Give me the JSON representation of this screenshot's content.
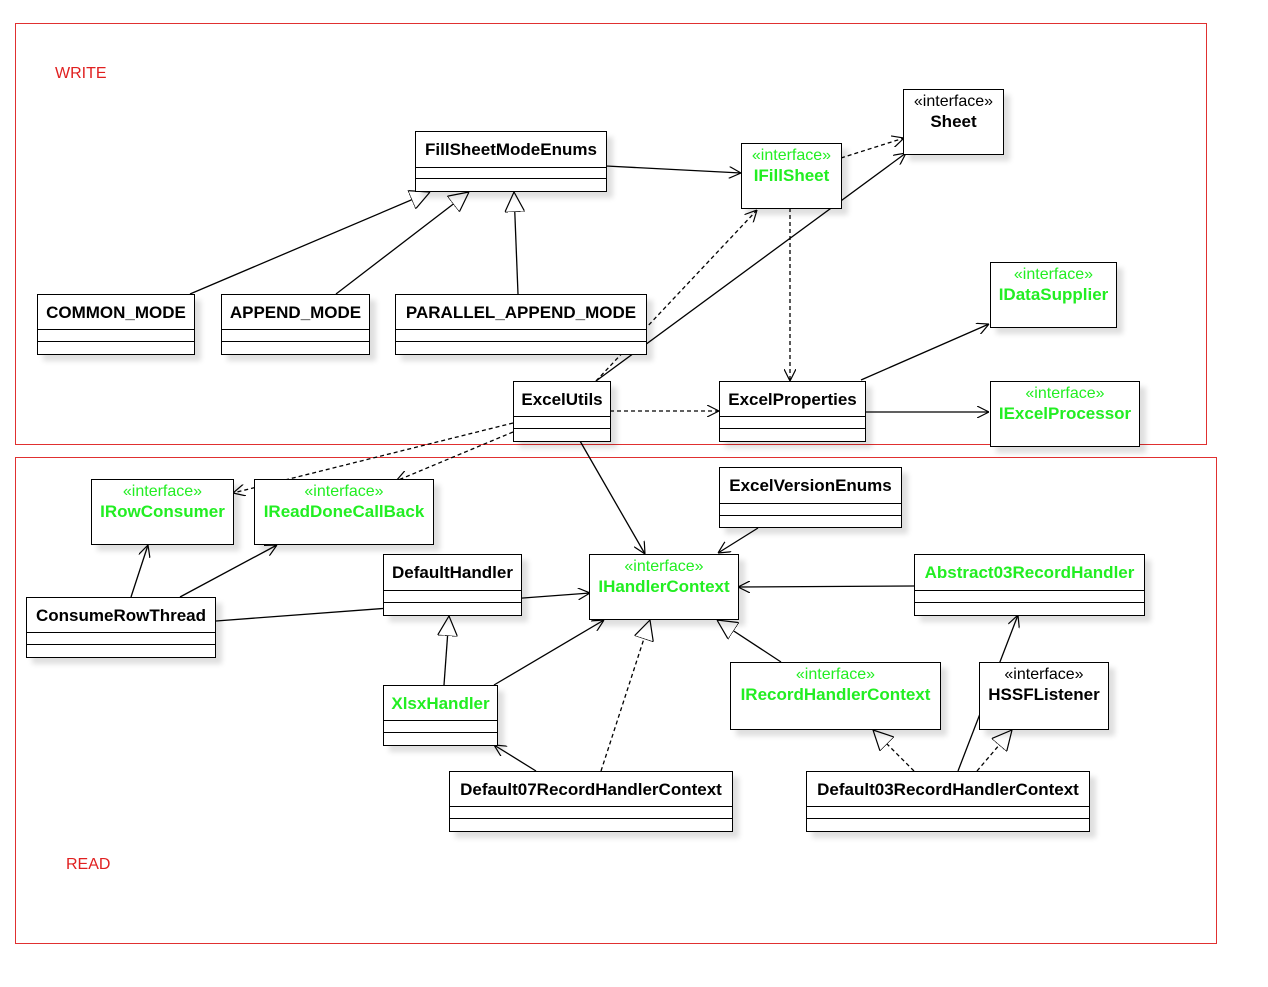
{
  "regions": {
    "write_label": "WRITE",
    "read_label": "READ"
  },
  "colors": {
    "region_border": "#e03030",
    "region_label": "#e02020",
    "interface_name": "#22ee22",
    "line": "#000000"
  },
  "classes": {
    "sheet": {
      "stereotype": "«interface»",
      "name": "Sheet"
    },
    "fill_sheet_mode_enums": {
      "name": "FillSheetModeEnums"
    },
    "ifill_sheet": {
      "stereotype": "«interface»",
      "name": "IFillSheet"
    },
    "common_mode": {
      "name": "COMMON_MODE"
    },
    "append_mode": {
      "name": "APPEND_MODE"
    },
    "parallel_append_mode": {
      "name": "PARALLEL_APPEND_MODE"
    },
    "idata_supplier": {
      "stereotype": "«interface»",
      "name": "IDataSupplier"
    },
    "excel_utils": {
      "name": "ExcelUtils"
    },
    "excel_properties": {
      "name": "ExcelProperties"
    },
    "iexcel_processor": {
      "stereotype": "«interface»",
      "name": "IExcelProcessor"
    },
    "irow_consumer": {
      "stereotype": "«interface»",
      "name": "IRowConsumer"
    },
    "iread_done_callback": {
      "stereotype": "«interface»",
      "name": "IReadDoneCallBack"
    },
    "excel_version_enums": {
      "name": "ExcelVersionEnums"
    },
    "default_handler": {
      "name": "DefaultHandler"
    },
    "ihandler_context": {
      "stereotype": "«interface»",
      "name": "IHandlerContext"
    },
    "abstract03_record_handler": {
      "name": "Abstract03RecordHandler"
    },
    "consume_row_thread": {
      "name": "ConsumeRowThread"
    },
    "xlsx_handler": {
      "name": "XlsxHandler"
    },
    "irecord_handler_context": {
      "stereotype": "«interface»",
      "name": "IRecordHandlerContext"
    },
    "hssf_listener": {
      "stereotype": "«interface»",
      "name": "HSSFListener"
    },
    "default07_record_handler_context": {
      "name": "Default07RecordHandlerContext"
    },
    "default03_record_handler_context": {
      "name": "Default03RecordHandlerContext"
    }
  }
}
